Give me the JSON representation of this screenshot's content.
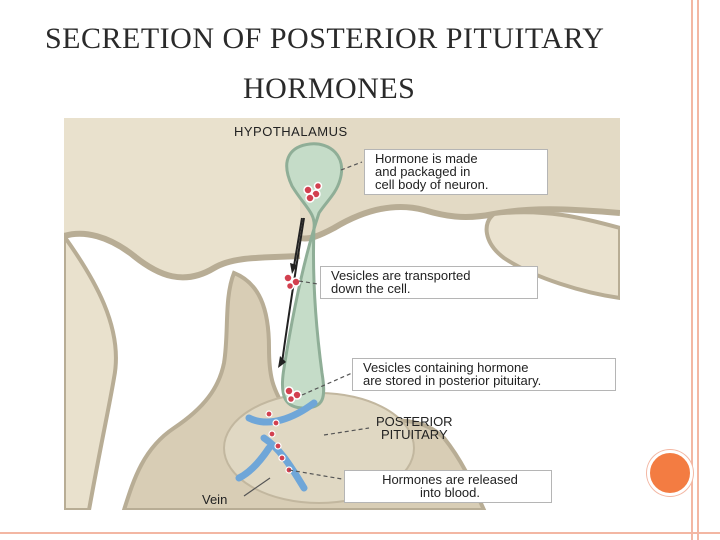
{
  "slide": {
    "title_line1": "SECRETION OF POSTERIOR PITUITARY",
    "title_line2": "HORMONES"
  },
  "figure": {
    "labels": {
      "hypothalamus": "HYPOTHALAMUS",
      "hormone_made": "Hormone is made\nand packaged in\ncell body of neuron.",
      "vesicles_transported": "Vesicles are transported\ndown the cell.",
      "vesicles_stored": "Vesicles containing hormone\nare stored in posterior pituitary.",
      "posterior_pituitary": "POSTERIOR\nPITUITARY",
      "hormones_released": "Hormones are released\ninto blood.",
      "vein": "Vein"
    },
    "colors": {
      "tissue": "#d8cdb5",
      "tissue_light": "#e6decb",
      "neuron": "#c5dcc8",
      "vesicle": "#d2404f",
      "blood_vessel": "#6fa6d8",
      "accent_orange": "#f37c42"
    }
  }
}
